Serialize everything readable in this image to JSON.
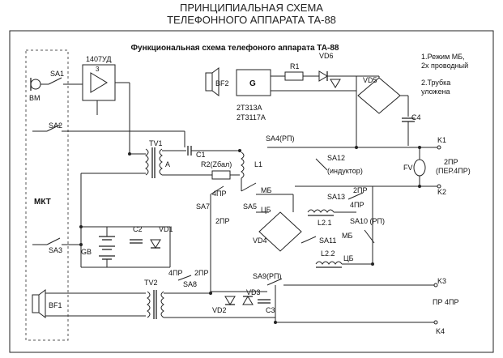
{
  "header": {
    "line1": "ПРИНЦИПИАЛЬНАЯ СХЕМА",
    "line2": "ТЕЛЕФОННОГО АППАРАТА ТА-88"
  },
  "diagram": {
    "title": "Функциональная схема телефоного аппарата ТА-88",
    "notes": [
      "1.Режим МБ,",
      "2х проводный",
      "2.Трубка",
      "уложена"
    ],
    "labels": {
      "ba": "1407УД",
      "ba_pin": "3",
      "sa1": "SA1",
      "bm": "BM",
      "sa2": "SA2",
      "mkt": "МКТ",
      "sa3": "SA3",
      "gb": "GB",
      "c2": "C2",
      "vd1": "VD1",
      "bf1": "BF1",
      "bf2": "BF2",
      "g": "G",
      "r1": "R1",
      "vd6": "VD6",
      "vd5": "VD5",
      "c4": "C4",
      "k1": "K1",
      "fv": "FV",
      "k2": "K2",
      "k2_note1": "2ПР",
      "k2_note2": "(ПЕР.4ПР)",
      "tr1": "2Т313А",
      "tr2": "2Т3117А",
      "sa4": "SA4(РП)",
      "sa12": "SA12",
      "sa12_note": "(индуктор)",
      "tv1": "TV1",
      "tv1_a": "А",
      "c1": "C1",
      "r2": "R2(Zбал)",
      "l1": "L1",
      "mb1": "МБ",
      "sa7": "SA7",
      "pr4a": "4ПР",
      "sa5": "SA5",
      "cb1": "ЦБ",
      "pr2a": "2ПР",
      "sa13": "SA13",
      "pr2b": "2ПР",
      "pr4b": "4ПР",
      "l21": "L2.1",
      "sa10": "SA10 (РП)",
      "vd4": "VD4",
      "sa11": "SA11",
      "mb2": "МБ",
      "l22": "L2.2",
      "cb2": "ЦБ",
      "pr4c": "4ПР",
      "pr2c": "2ПР",
      "sa8": "SA8",
      "tv2": "TV2",
      "sa9": "SA9(РП)",
      "k3": "K3",
      "vd3": "VD3",
      "vd2": "VD2",
      "c3": "C3",
      "pr4d": "ПР 4ПР",
      "k4": "K4"
    }
  }
}
